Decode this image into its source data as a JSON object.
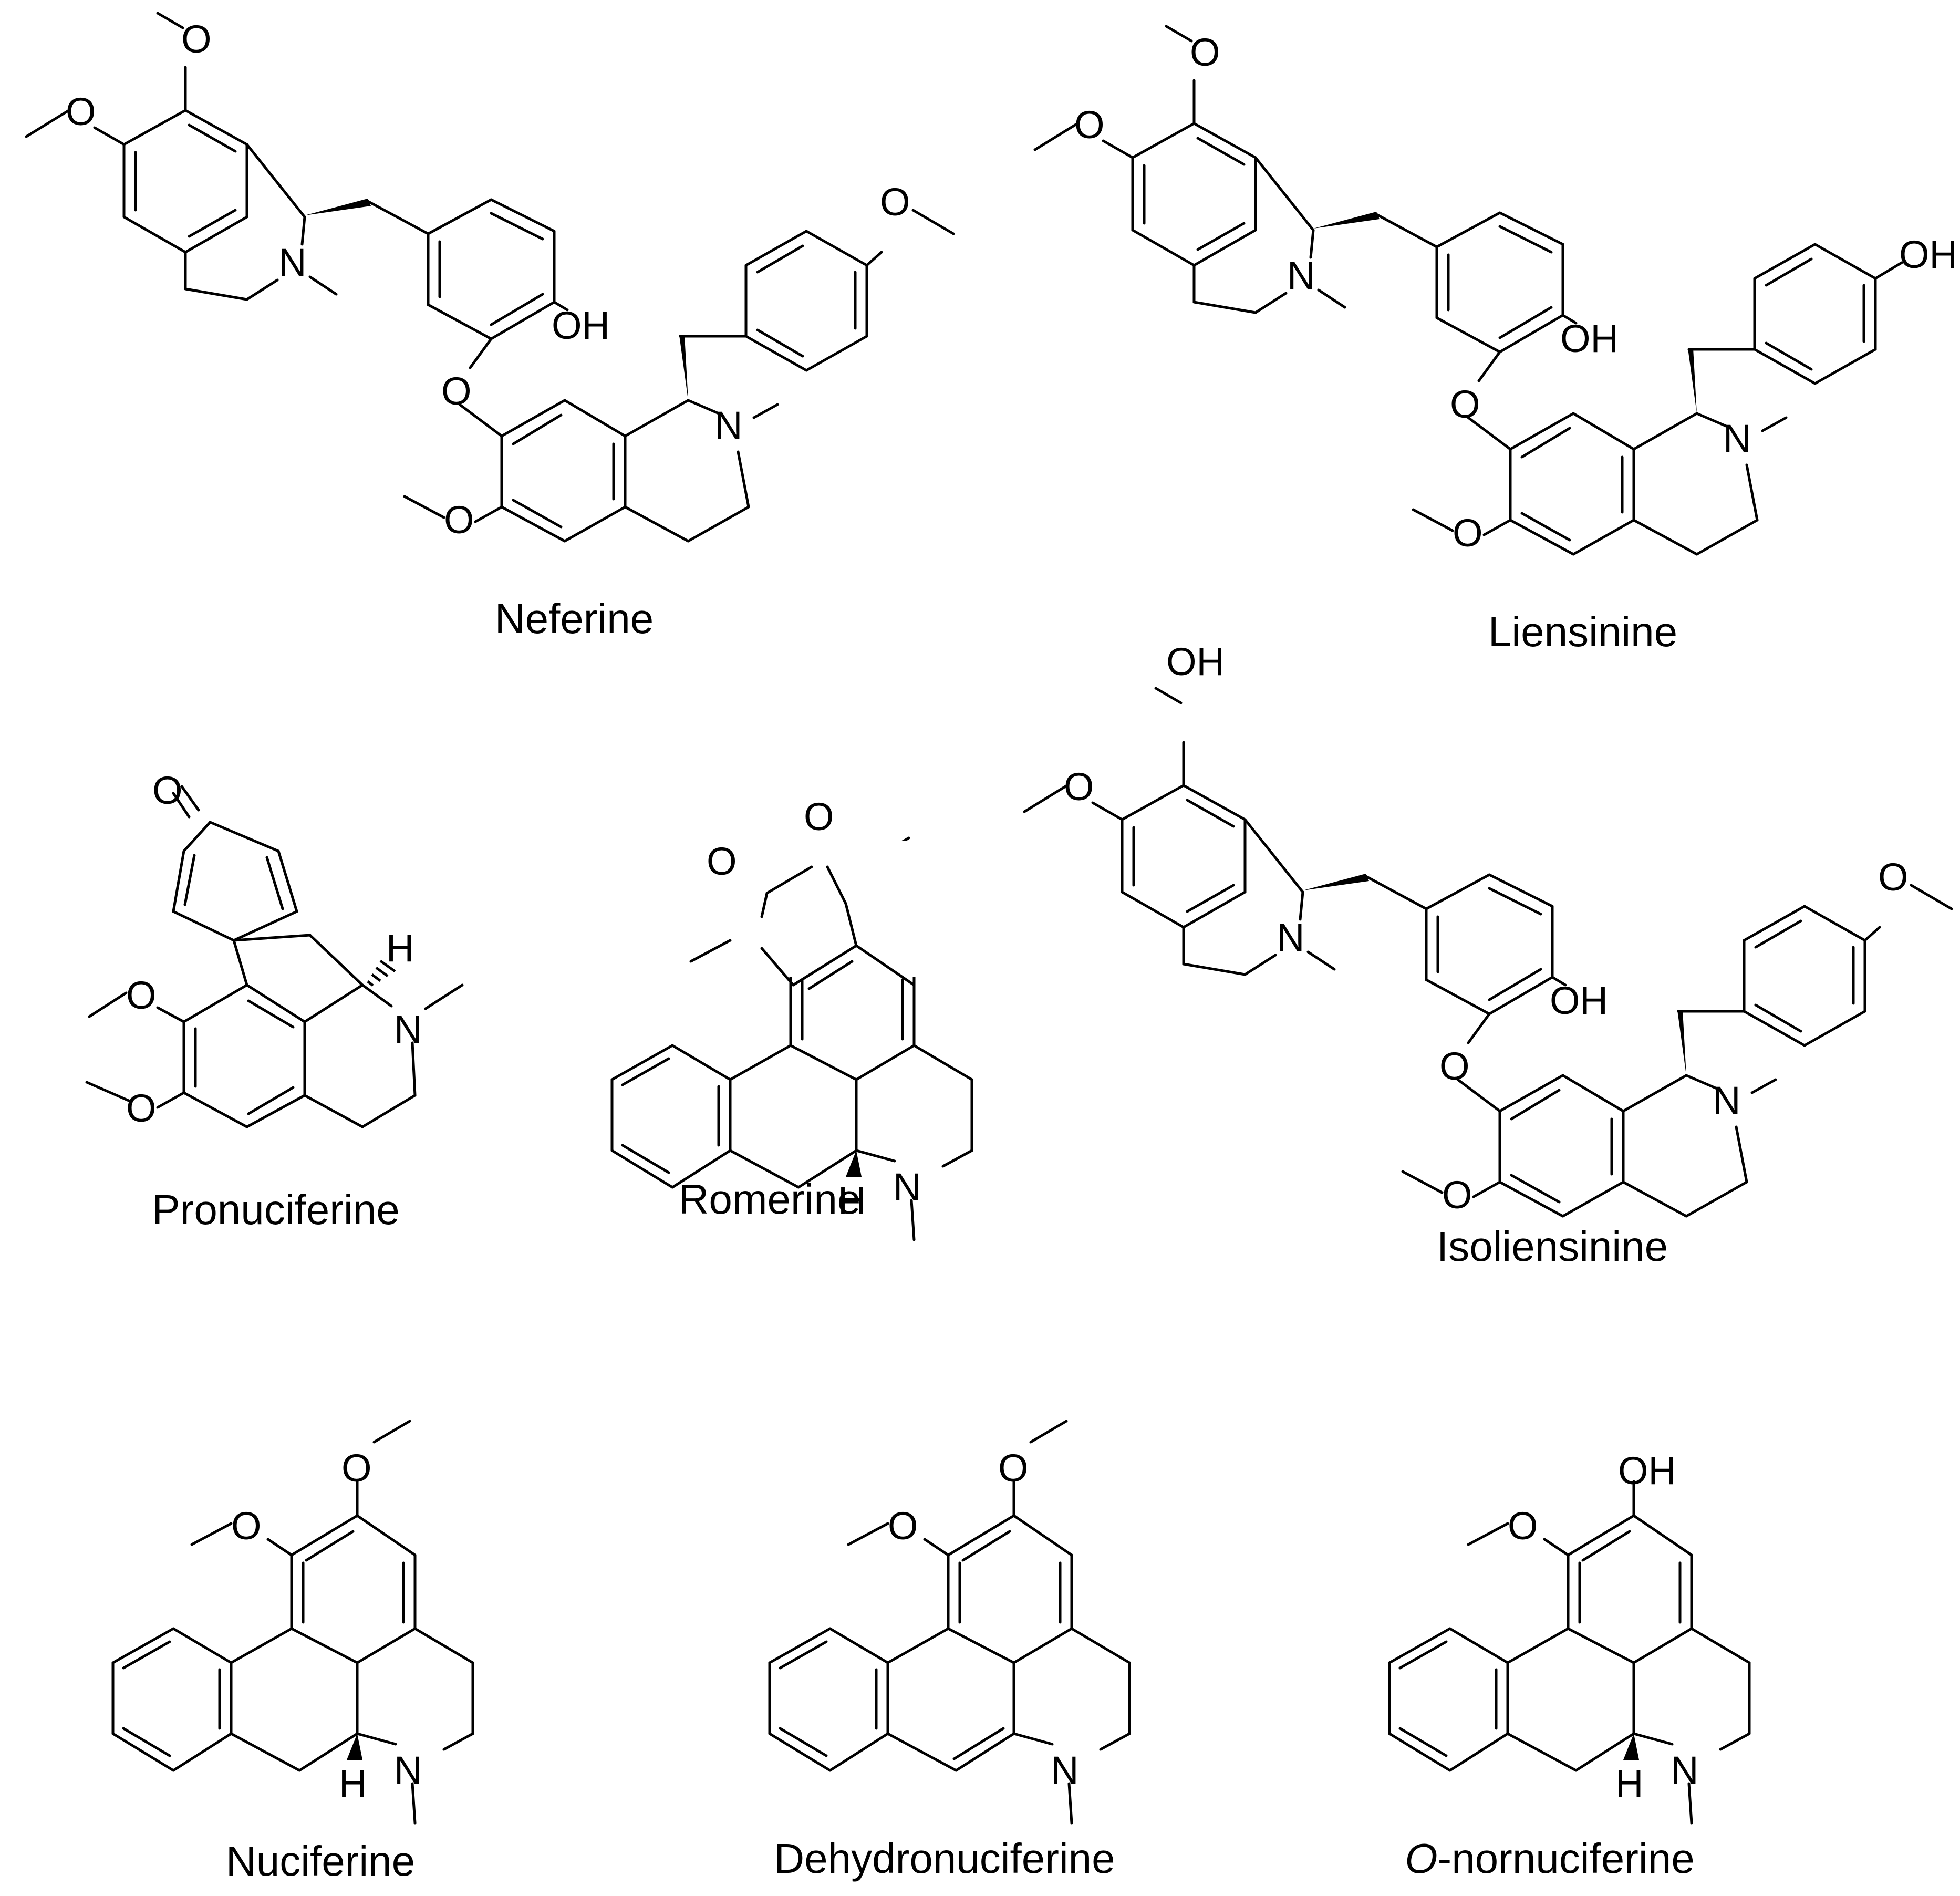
{
  "compounds": [
    {
      "name": "Neferine",
      "name_parts": [
        "Neferine"
      ]
    },
    {
      "name": "Liensinine",
      "name_parts": [
        "Liensinine"
      ]
    },
    {
      "name": "Pronuciferine",
      "name_parts": [
        "Pronuciferine"
      ]
    },
    {
      "name": "Romerine",
      "name_parts": [
        "Romerine"
      ]
    },
    {
      "name": "Isoliensinine",
      "name_parts": [
        "Isoliensinine"
      ]
    },
    {
      "name": "Nuciferine",
      "name_parts": [
        "Nuciferine"
      ]
    },
    {
      "name": "Dehydronuciferine",
      "name_parts": [
        "Dehydronuciferine"
      ]
    },
    {
      "name": "O-nornuciferine",
      "name_parts": [
        "O",
        "-nornuciferine"
      ]
    }
  ],
  "atom_labels": {
    "oxygen": "O",
    "nitrogen": "N",
    "hydroxyl": "OH",
    "hydrogen": "H"
  }
}
